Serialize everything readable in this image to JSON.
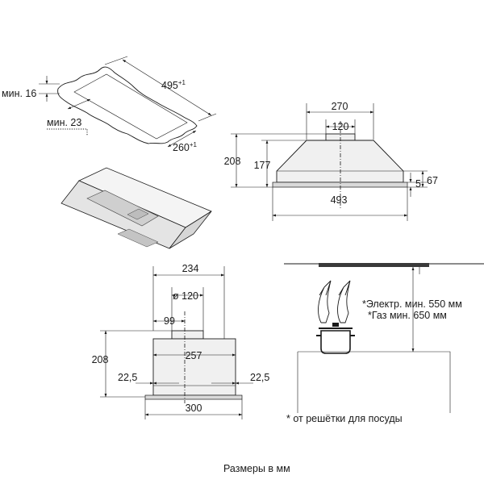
{
  "frame": {
    "min_top": "мин. 16",
    "min_side": "мин. 23",
    "length": "495",
    "length_tol": "+1",
    "width": "260",
    "width_tol": "+1"
  },
  "side_view": {
    "top_width": "270",
    "chimney": "120",
    "total_height": "208",
    "body_height": "177",
    "rim": "5",
    "rim_outer": "67",
    "bottom_width": "493"
  },
  "front_view": {
    "width_top": "234",
    "duct": "ø 120",
    "offset": "99",
    "height": "208",
    "inner_width": "257",
    "margin_left": "22,5",
    "margin_right": "22,5",
    "bottom_width": "300"
  },
  "install": {
    "electric": "*Электр. мин. 550 мм",
    "gas": "*Газ мин. 650 мм",
    "note": "* от решётки для посуды"
  },
  "footer": {
    "units": "Размеры в мм"
  }
}
